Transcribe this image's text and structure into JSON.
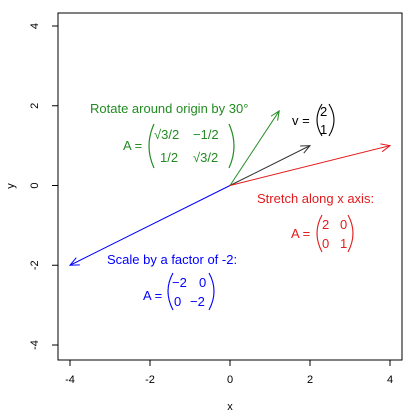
{
  "chart_data": {
    "type": "vector-plot",
    "xlabel": "x",
    "ylabel": "y",
    "xlim": [
      -4,
      4
    ],
    "ylim": [
      -4,
      4
    ],
    "x_ticks": [
      -4,
      -2,
      0,
      2,
      4
    ],
    "y_ticks": [
      -4,
      -2,
      0,
      2,
      4
    ],
    "grid": false,
    "colors": {
      "original": "#333333",
      "rotate": "#228B22",
      "stretch": "#E41A1C",
      "scale": "#0000FF"
    },
    "vectors": [
      {
        "id": "original",
        "x": 2,
        "y": 1,
        "color": "#333333"
      },
      {
        "id": "rotate",
        "x": 1.23,
        "y": 1.87,
        "color": "#228B22"
      },
      {
        "id": "stretch",
        "x": 4,
        "y": 1,
        "color": "#E41A1C"
      },
      {
        "id": "scale",
        "x": -4,
        "y": -2,
        "color": "#0000FF"
      }
    ],
    "annotations": {
      "original": {
        "label": "v =",
        "matrix": [
          [
            "2"
          ],
          [
            "1"
          ]
        ]
      },
      "rotate": {
        "text": "Rotate around origin by 30°",
        "label": "A =",
        "matrix": [
          [
            "√3/2",
            "−1/2"
          ],
          [
            "1/2",
            "√3/2"
          ]
        ]
      },
      "stretch": {
        "text": "Stretch along x axis:",
        "label": "A =",
        "matrix": [
          [
            "2",
            "0"
          ],
          [
            "0",
            "1"
          ]
        ]
      },
      "scale": {
        "text": "Scale by a factor of -2:",
        "label": "A =",
        "matrix": [
          [
            "−2",
            "0"
          ],
          [
            "0",
            "−2"
          ]
        ]
      }
    }
  }
}
